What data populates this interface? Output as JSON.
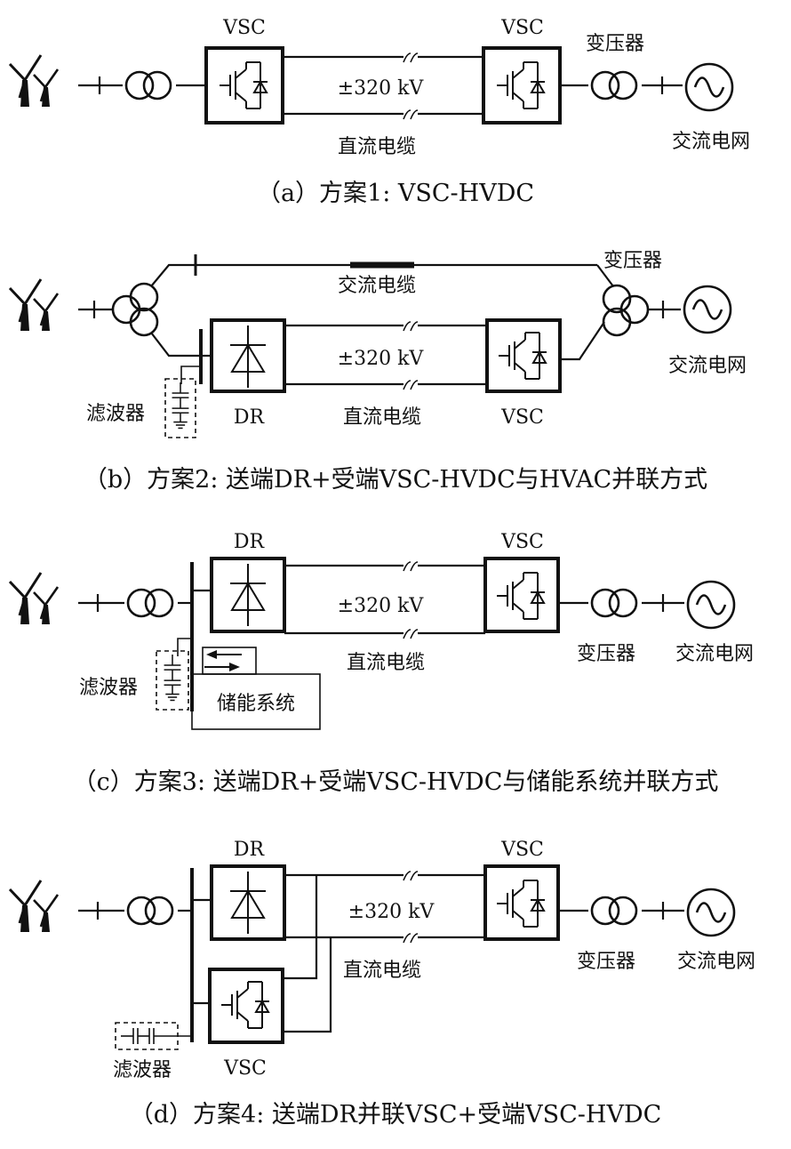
{
  "labels": {
    "vsc": "VSC",
    "dr": "DR",
    "voltage": "±320 kV",
    "dc_cable": "直流电缆",
    "ac_cable": "交流电缆",
    "ac_grid": "交流电网",
    "transformer": "变压器",
    "filter": "滤波器",
    "storage": "储能系统"
  },
  "captions": {
    "a": "（a）方案1: VSC-HVDC",
    "b": "（b）方案2: 送端DR+受端VSC-HVDC与HVAC并联方式",
    "c": "（c）方案3: 送端DR+受端VSC-HVDC与储能系统并联方式",
    "d": "（d）方案4: 送端DR并联VSC+受端VSC-HVDC"
  },
  "icons": [
    "wind-turbine-icon",
    "transformer-icon",
    "three-winding-transformer-icon",
    "vsc-converter-icon",
    "diode-rectifier-icon",
    "ac-source-icon",
    "capacitor-filter-icon",
    "power-flow-arrow-icon"
  ]
}
